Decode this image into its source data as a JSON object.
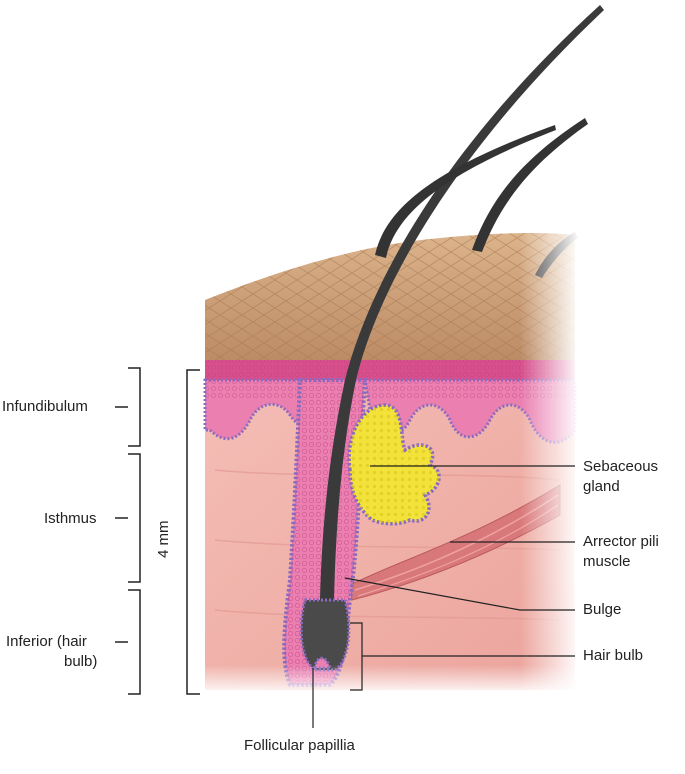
{
  "labels": {
    "infundibulum": "Infundibulum",
    "isthmus": "Isthmus",
    "inferior_line1": "Inferior (hair",
    "inferior_line2": "bulb)",
    "length": "4 mm",
    "sebaceous_line1": "Sebaceous",
    "sebaceous_line2": "gland",
    "arrector_line1": "Arrector pili",
    "arrector_line2": "muscle",
    "bulge": "Bulge",
    "hair_bulb": "Hair bulb",
    "follicular_papilla": "Follicular papillia"
  },
  "colors": {
    "skin_surface": "#caa07a",
    "epidermis": "#e06aa0",
    "dermis": "#f0b0aa",
    "sebaceous": "#f2e23a",
    "cells_outline": "#8a6bc0",
    "hair": "#3a3a3a",
    "muscle": "#d46a6a"
  }
}
